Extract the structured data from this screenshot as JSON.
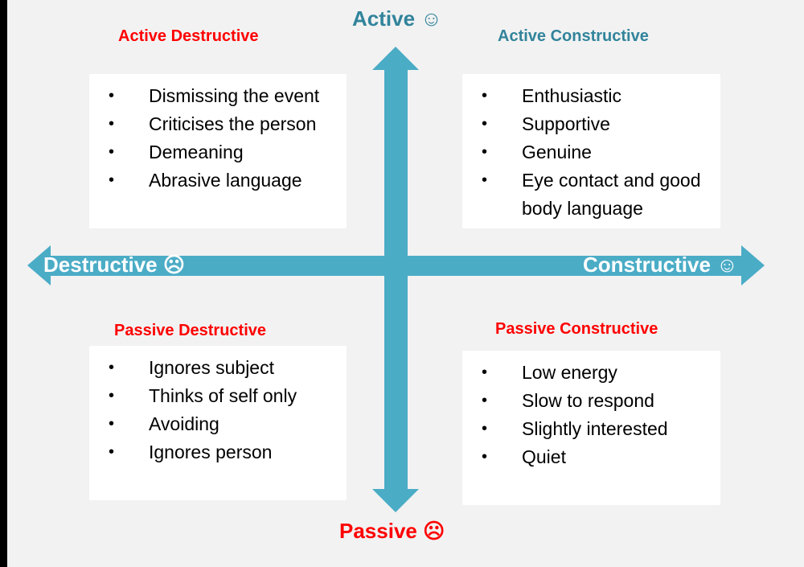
{
  "colors": {
    "axis_blue": "#4bacc6",
    "teal_text": "#31849b",
    "red_text": "#ff0000",
    "background": "#f2f2f2",
    "box": "#ffffff"
  },
  "axes": {
    "top": {
      "label": "Active ☺",
      "icon": "smiley-face-icon"
    },
    "bottom": {
      "label": "Passive ☹",
      "icon": "frowning-face-icon"
    },
    "left": {
      "label": "Destructive ☹",
      "icon": "frowning-face-icon"
    },
    "right": {
      "label": "Constructive ☺",
      "icon": "smiley-face-icon"
    }
  },
  "quadrants": {
    "active_destructive": {
      "title": "Active Destructive",
      "items": [
        "Dismissing the event",
        "Criticises the person",
        "Demeaning",
        "Abrasive language"
      ]
    },
    "active_constructive": {
      "title": "Active Constructive",
      "items": [
        "Enthusiastic",
        "Supportive",
        "Genuine",
        "Eye contact and good body language"
      ]
    },
    "passive_destructive": {
      "title": "Passive Destructive",
      "items": [
        "Ignores subject",
        "Thinks of self only",
        "Avoiding",
        "Ignores person"
      ]
    },
    "passive_constructive": {
      "title": "Passive Constructive",
      "items": [
        "Low energy",
        "Slow to respond",
        "Slightly interested",
        "Quiet"
      ]
    }
  },
  "bullet_glyph": "•"
}
